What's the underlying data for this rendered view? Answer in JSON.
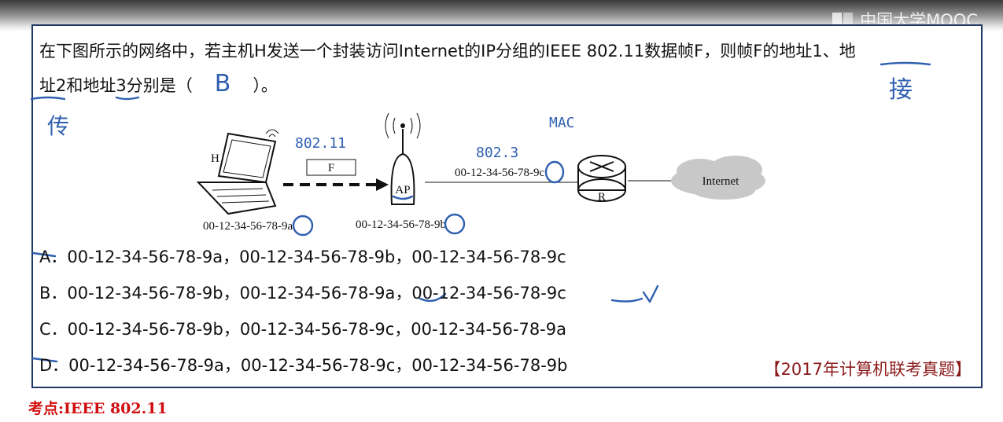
{
  "watermark": {
    "text": "中国大学MOOC",
    "icon": "mooc-logo-icon"
  },
  "question": {
    "line1": "在下图所示的网络中，若主机H发送一个封装访问Internet的IP分组的IEEE 802.11数据帧F，则帧F的地址1、地",
    "line2_prefix": "址2和地址3分别是（",
    "answer_written": "B",
    "line2_suffix": "）。"
  },
  "diagram": {
    "host_label": "H",
    "frame_label": "F",
    "ap_label": "AP",
    "router_label": "R",
    "cloud_label": "Internet",
    "mac_host": "00-12-34-56-78-9a",
    "mac_ap": "00-12-34-56-78-9b",
    "mac_router": "00-12-34-56-78-9c"
  },
  "annotations": {
    "wifi_note": "802.11",
    "eth_note": "802.3",
    "mac_note": "MAC",
    "send_note": "传",
    "recv_note": "接"
  },
  "options": [
    {
      "letter": "A",
      "text": "．00-12-34-56-78-9a，00-12-34-56-78-9b，00-12-34-56-78-9c",
      "struck": true
    },
    {
      "letter": "B",
      "text": "．00-12-34-56-78-9b，00-12-34-56-78-9a，00-12-34-56-78-9c",
      "struck": false
    },
    {
      "letter": "C",
      "text": "．00-12-34-56-78-9b，00-12-34-56-78-9c，00-12-34-56-78-9a",
      "struck": false
    },
    {
      "letter": "D",
      "text": "．00-12-34-56-78-9a，00-12-34-56-78-9c，00-12-34-56-78-9b",
      "struck": true
    }
  ],
  "source": "【2017年计算机联考真题】",
  "keypoint": "考点:IEEE 802.11",
  "colors": {
    "frame": "#1f3864",
    "source": "#8b1a1a",
    "keypoint": "#d01010",
    "ink": "#2f5fb0"
  }
}
